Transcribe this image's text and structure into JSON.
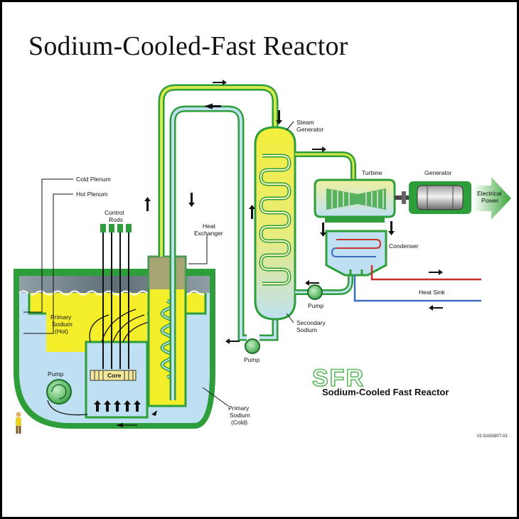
{
  "title": "Sodium-Cooled-Fast Reactor",
  "labels": {
    "cold_plenum": "Cold Plenum",
    "hot_plenum": "Hot Plenum",
    "control_rods_1": "Control",
    "control_rods_2": "Rods",
    "heat_exchanger_1": "Heat",
    "heat_exchanger_2": "Exchanger",
    "steam_generator_1": "Steam",
    "steam_generator_2": "Generator",
    "turbine": "Turbine",
    "generator": "Generator",
    "electrical_power_1": "Electrical",
    "electrical_power_2": "Power",
    "condenser": "Condenser",
    "heat_sink": "Heat Sink",
    "pump_right": "Pump",
    "pump_middle": "Pump",
    "pump_reactor": "Pump",
    "secondary_sodium_1": "Secondary",
    "secondary_sodium_2": "Sodium",
    "primary_hot_1": "Primary",
    "primary_hot_2": "Sodium",
    "primary_hot_3": "(Hot)",
    "primary_cold_1": "Primary",
    "primary_cold_2": "Sodium",
    "primary_cold_3": "(Cold)",
    "core": "Core"
  },
  "logo": {
    "acronym": "SFR",
    "subtitle": "Sodium-Cooled Fast Reactor"
  },
  "footer_code": "02-GA50807-03",
  "colors": {
    "hot_sodium": "#f5ee2a",
    "cold_sodium": "#bfe0f2",
    "vessel_green": "#2e9e3a",
    "pipe_yellow_green": "#d6e94a",
    "water_blue": "#3a6fc4",
    "hot_water_red": "#c8312a",
    "arrow_green": "#6fbf3a"
  }
}
